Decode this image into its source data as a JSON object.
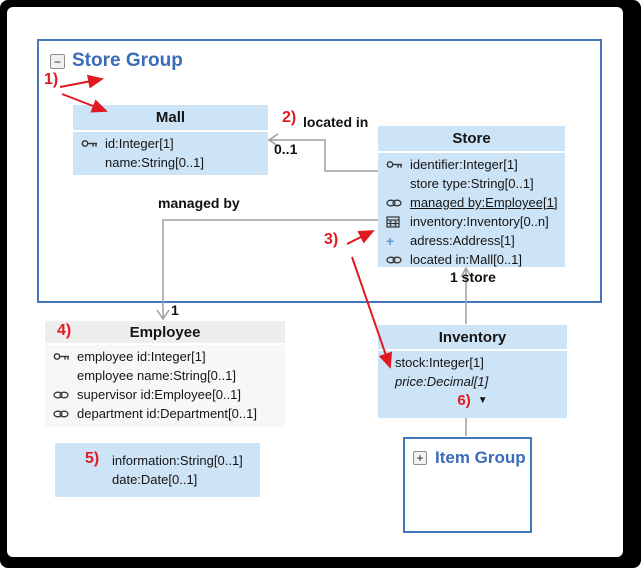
{
  "store_group": {
    "title": "Store Group",
    "collapse_glyph": "−",
    "annotation": "1)"
  },
  "item_group": {
    "title": "Item Group",
    "expand_glyph": "+"
  },
  "classes": {
    "mall": {
      "title": "Mall",
      "attrs": [
        {
          "icon": "key-icon",
          "text": "id:Integer[1]"
        },
        {
          "icon": "none",
          "text": "name:String[0..1]"
        }
      ]
    },
    "store": {
      "title": "Store",
      "attrs": [
        {
          "icon": "key-icon",
          "text": "identifier:Integer[1]"
        },
        {
          "icon": "none",
          "text": "store type:String[0..1]"
        },
        {
          "icon": "link-icon",
          "text": "managed by:Employee[1]"
        },
        {
          "icon": "table-icon",
          "text": "inventory:Inventory[0..n]"
        },
        {
          "icon": "plus-icon",
          "text": "adress:Address[1]"
        },
        {
          "icon": "link-icon",
          "text": "located in:Mall[0..1]"
        }
      ]
    },
    "employee": {
      "title": "Employee",
      "annotation": "4)",
      "attrs": [
        {
          "icon": "key-icon",
          "text": "employee id:Integer[1]"
        },
        {
          "icon": "none",
          "text": "employee name:String[0..1]"
        },
        {
          "icon": "link-icon",
          "text": "supervisor id:Employee[0..1]"
        },
        {
          "icon": "link-icon",
          "text": "department id:Department[0..1]"
        }
      ]
    },
    "inventory": {
      "title": "Inventory",
      "annotation": "6)",
      "dropdown_glyph": "▼",
      "attrs": [
        {
          "icon": "none",
          "text": "stock:Integer[1]"
        },
        {
          "icon": "none",
          "text": "price:Decimal[1]"
        }
      ]
    },
    "note": {
      "annotation": "5)",
      "attrs": [
        {
          "text": "information:String[0..1]"
        },
        {
          "text": "date:Date[0..1]"
        }
      ]
    }
  },
  "connectors": {
    "located_in": {
      "annotation": "2)",
      "label": "located in",
      "multiplicity": "0..1"
    },
    "managed_by": {
      "label": "managed by",
      "multiplicity": "1"
    },
    "store_inventory": {
      "label": "1 store"
    },
    "annotation_3": {
      "label": "3)"
    }
  },
  "colors": {
    "accent_blue": "#3a6db8",
    "group_border": "#4577bd",
    "class_fill": "#cde3f6",
    "employee_header": "#eeeeee",
    "employee_body": "#f7f7f7",
    "annotation_red": "#e11a22",
    "connector_gray": "#9e9e9e"
  }
}
